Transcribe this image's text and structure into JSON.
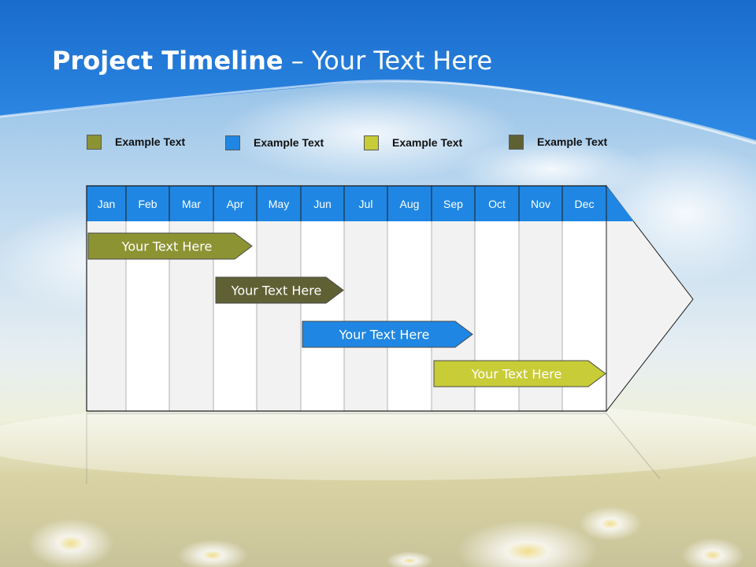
{
  "slide": {
    "title_bold": "Project Timeline",
    "title_rest": " – Your Text Here"
  },
  "legend": [
    {
      "label": "Example Text",
      "color": "#8c9333"
    },
    {
      "label": "Example Text",
      "color": "#1f87e3"
    },
    {
      "label": "Example Text",
      "color": "#c8cc37"
    },
    {
      "label": "Example Text",
      "color": "#5f6135"
    }
  ],
  "months": [
    "Jan",
    "Feb",
    "Mar",
    "Apr",
    "May",
    "Jun",
    "Jul",
    "Aug",
    "Sep",
    "Oct",
    "Nov",
    "Dec"
  ],
  "tasks": [
    {
      "label": "Your  Text Here",
      "color": "#8c9333",
      "start": "Jan",
      "end": "Apr"
    },
    {
      "label": "Your  Text Here",
      "color": "#5f6135",
      "start": "Apr",
      "end": "Jun"
    },
    {
      "label": "Your  Text Here",
      "color": "#1f87e3",
      "start": "Jun",
      "end": "Sep"
    },
    {
      "label": "Your  Text Here",
      "color": "#c8cc37",
      "start": "Sep",
      "end": "Dec"
    }
  ],
  "colors": {
    "header": "#1f87e3",
    "sky_top": "#1569c9",
    "grid_line": "#b0b0b0"
  }
}
